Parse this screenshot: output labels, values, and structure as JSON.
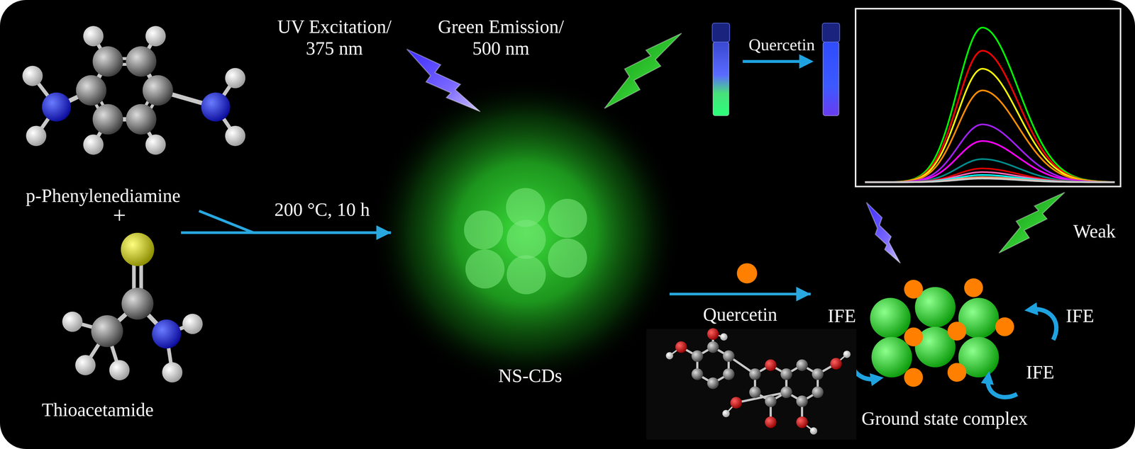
{
  "diagram": {
    "nodes": [
      {
        "text": [
          "p-Phenylenediamine"
        ]
      },
      {
        "text": [
          "Thioacetamide"
        ]
      },
      {
        "text": [
          "NS-CDs"
        ]
      },
      {
        "text": [
          "Ground state complex"
        ]
      }
    ],
    "edges": [
      {
        "from": 0,
        "to": 2,
        "arrow": "to",
        "label": "200 °C, 10 h"
      },
      {
        "from": 1,
        "to": 2,
        "arrow": "to"
      },
      {
        "from": 2,
        "to": 3,
        "arrow": "to",
        "label": "Quercetin"
      }
    ],
    "labels": [
      "+",
      "UV Excitation/ 375 nm",
      "Green Emission/ 500 nm",
      "Quercetin",
      "Weak",
      "IFE",
      "IFE",
      "IFE"
    ]
  }
}
